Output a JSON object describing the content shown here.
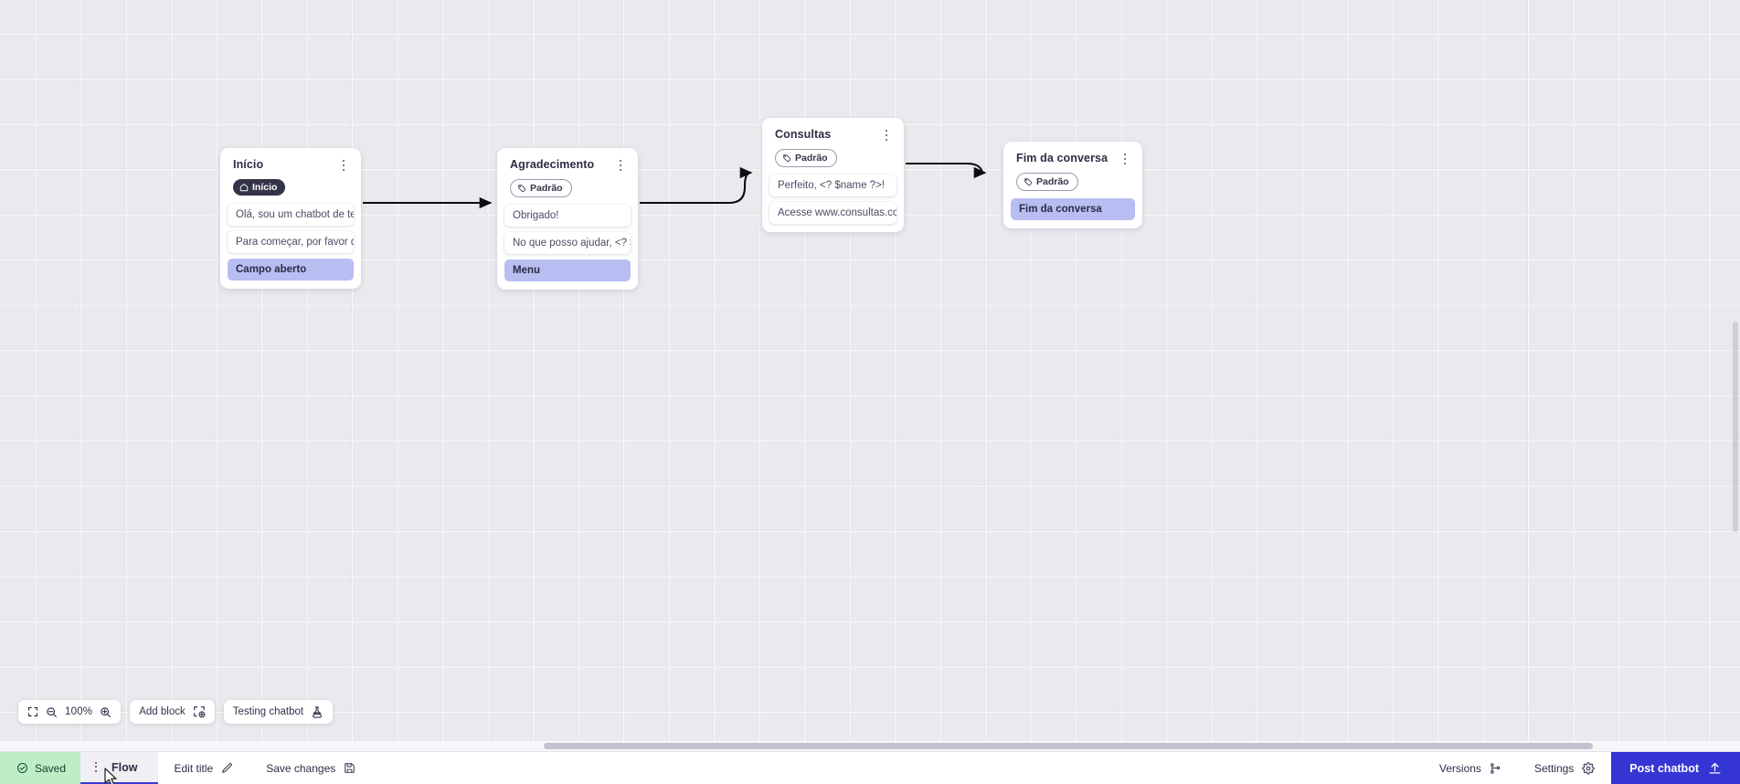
{
  "canvas": {
    "zoom_level": "100%",
    "nodes": [
      {
        "id": "inicio",
        "title": "Início",
        "tag": {
          "label": "Início",
          "style": "dark",
          "icon": "home-icon"
        },
        "rows": [
          {
            "text": "Olá, sou um chatbot de teste!",
            "accent": false
          },
          {
            "text": "Para começar, por favor digite o ...",
            "accent": false
          },
          {
            "text": "Campo aberto",
            "accent": true
          }
        ]
      },
      {
        "id": "agradecimento",
        "title": "Agradecimento",
        "tag": {
          "label": "Padrão",
          "style": "outline",
          "icon": "tag-icon"
        },
        "rows": [
          {
            "text": "Obrigado!",
            "accent": false
          },
          {
            "text": "No que posso ajudar, <? $name ...",
            "accent": false
          },
          {
            "text": "Menu",
            "accent": true
          }
        ]
      },
      {
        "id": "consultas",
        "title": "Consultas",
        "tag": {
          "label": "Padrão",
          "style": "outline",
          "icon": "tag-icon"
        },
        "rows": [
          {
            "text": "Perfeito, <? $name ?>!",
            "accent": false
          },
          {
            "text": "Acesse www.consultas.com par...",
            "accent": false
          }
        ]
      },
      {
        "id": "fim",
        "title": "Fim da conversa",
        "tag": {
          "label": "Padrão",
          "style": "outline",
          "icon": "tag-icon"
        },
        "rows": [
          {
            "text": "Fim da conversa",
            "accent": true
          }
        ]
      }
    ]
  },
  "toolbar": {
    "fit_icon": "fit-screen-icon",
    "zoom_out_icon": "zoom-out-icon",
    "zoom_level": "100%",
    "zoom_in_icon": "zoom-in-icon",
    "add_block_label": "Add block",
    "add_block_icon": "add-block-icon",
    "testing_label": "Testing chatbot",
    "testing_icon": "flask-icon"
  },
  "statusbar": {
    "saved_label": "Saved",
    "saved_icon": "check-circle-icon",
    "flow_tab_label": "Flow",
    "flow_tab_kebab_icon": "kebab-menu-icon",
    "edit_title_label": "Edit title",
    "edit_title_icon": "pencil-icon",
    "save_changes_label": "Save changes",
    "save_changes_icon": "floppy-disk-icon",
    "versions_label": "Versions",
    "versions_icon": "branch-icon",
    "settings_label": "Settings",
    "settings_icon": "gear-icon",
    "post_label": "Post chatbot",
    "post_icon": "upload-icon"
  },
  "colors": {
    "accent_row": "#b9bef2",
    "post_button": "#3535d4",
    "saved_badge": "#bdeec6",
    "tag_dark": "#343448",
    "canvas_bg": "#eaeaee"
  }
}
